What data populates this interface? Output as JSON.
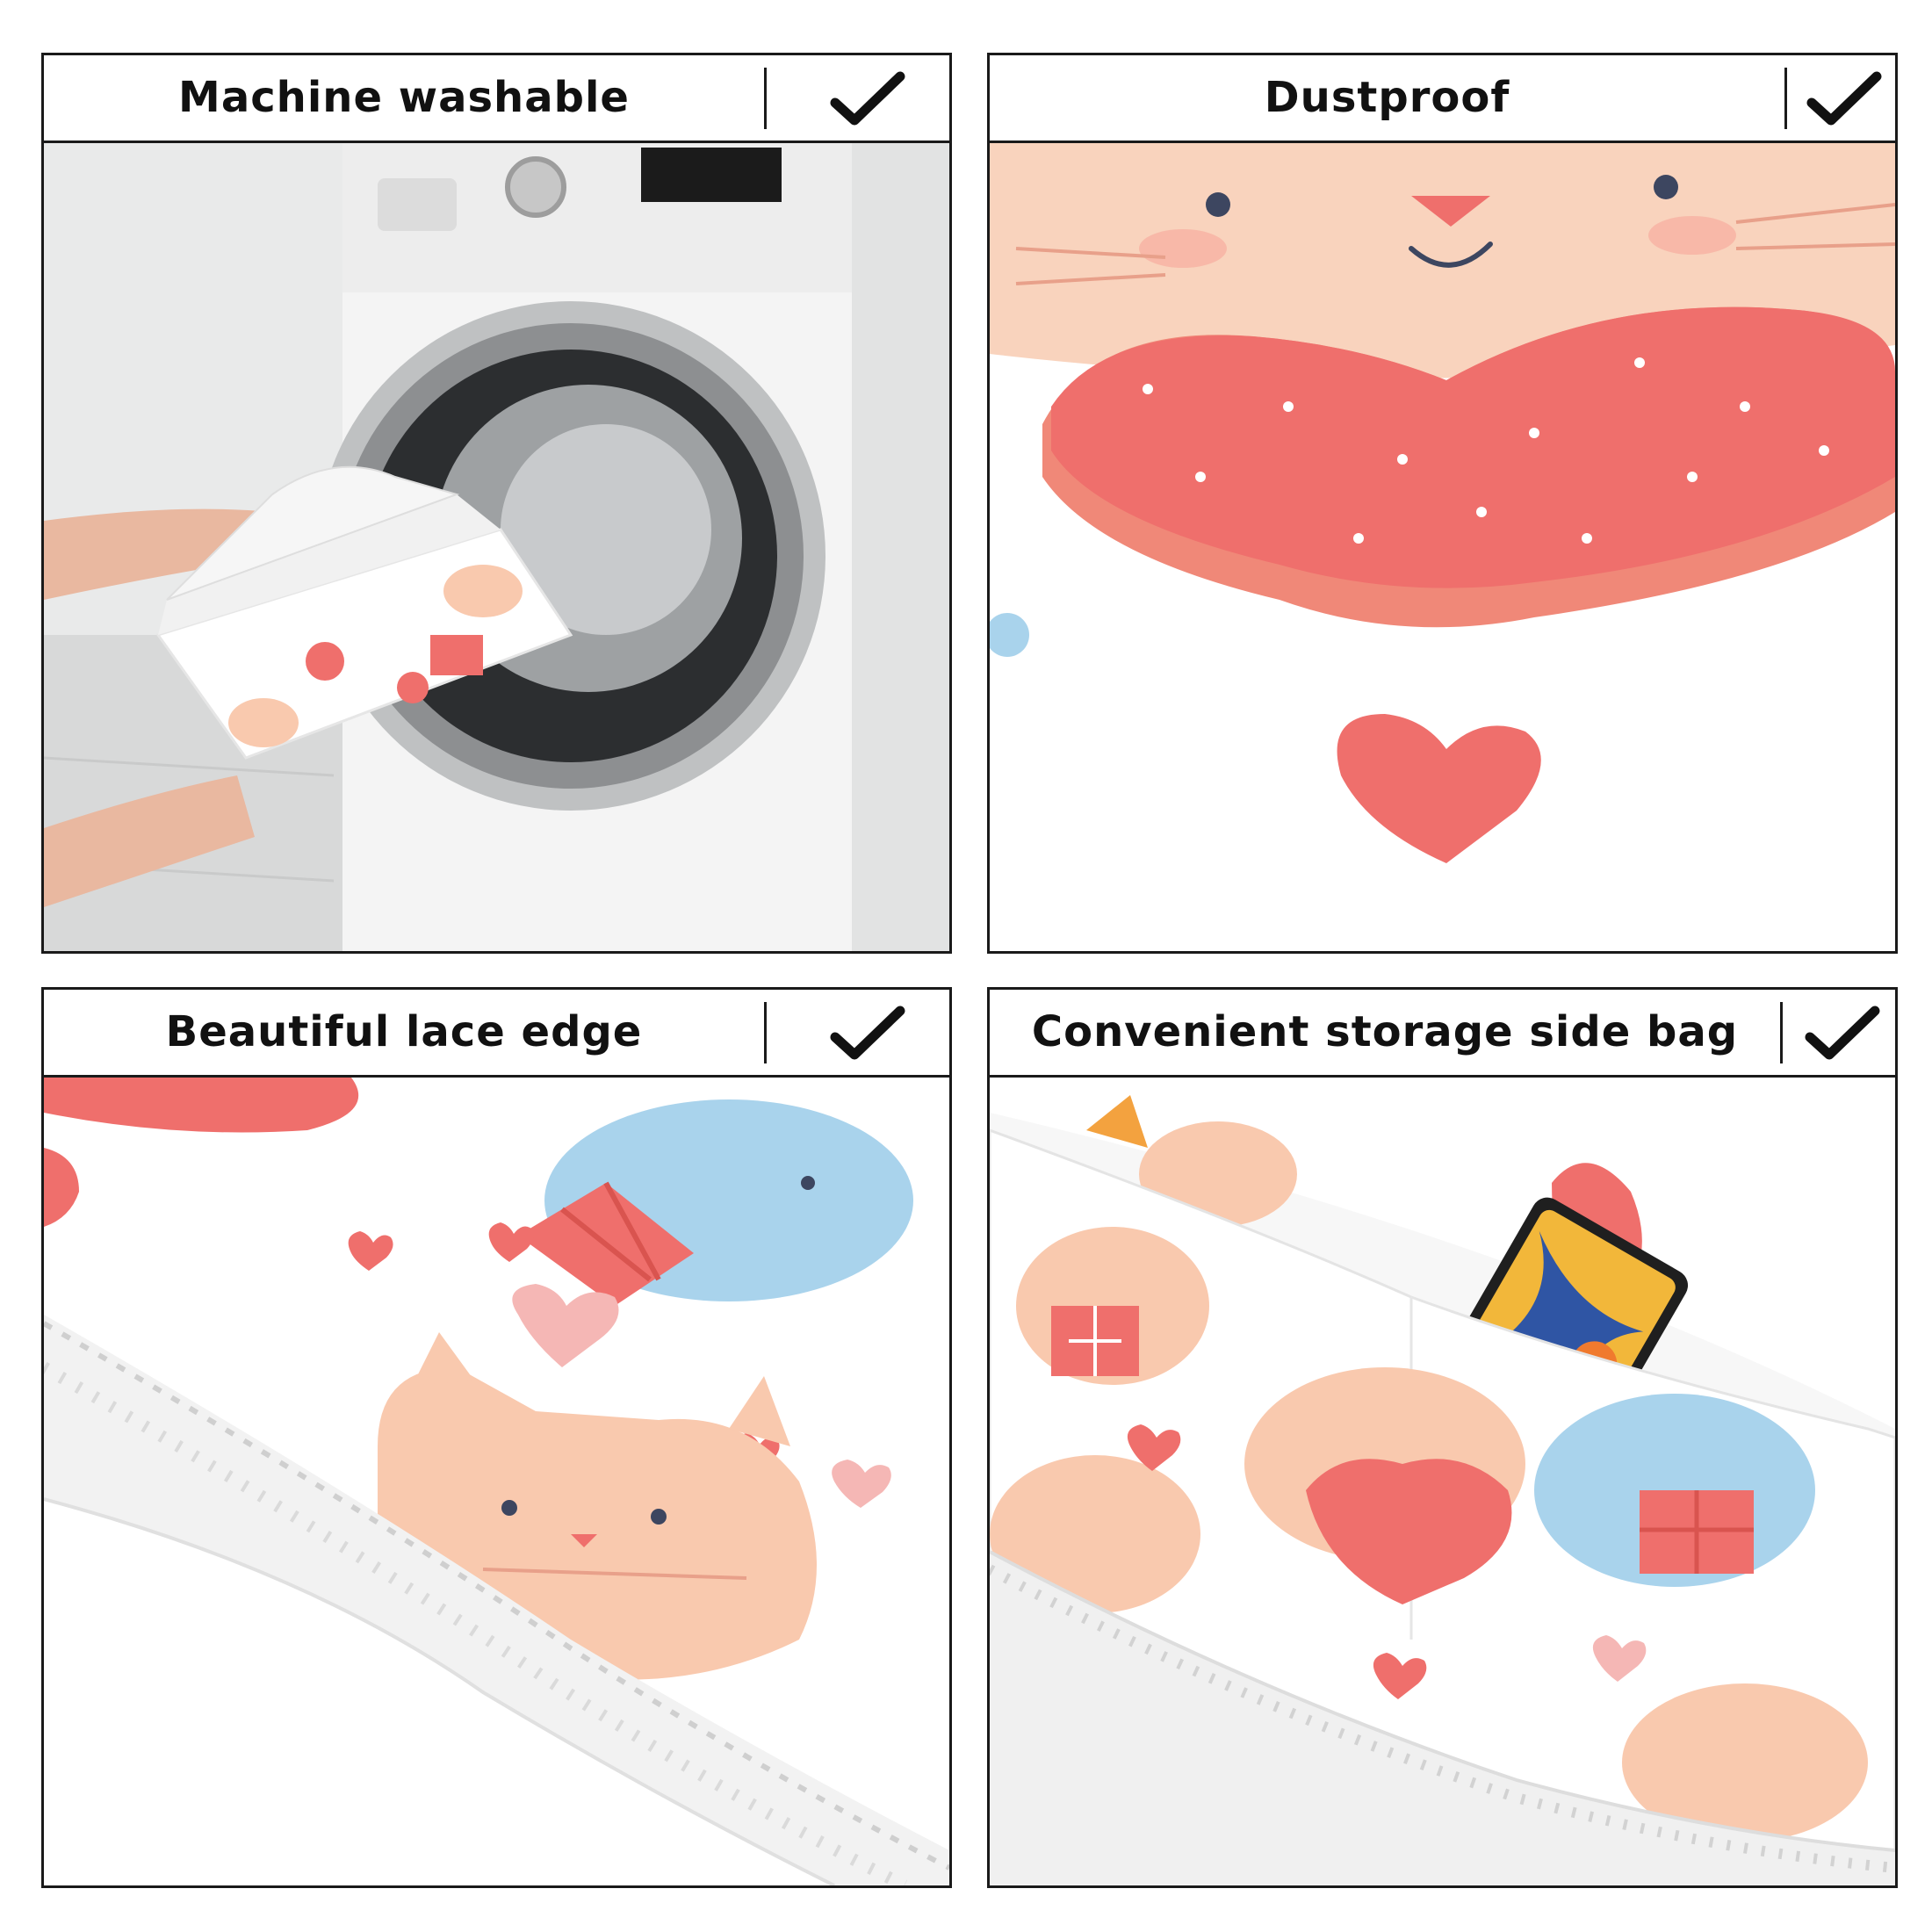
{
  "panels": [
    {
      "title": "Machine washable",
      "check": "check-icon",
      "scene": "washing-machine-photo"
    },
    {
      "title": "Dustproof",
      "check": "check-icon",
      "scene": "fabric-closeup-cat-heart"
    },
    {
      "title": "Beautiful lace edge",
      "check": "check-icon",
      "scene": "lace-edge-closeup"
    },
    {
      "title": "Convenient storage side bag",
      "check": "check-icon",
      "scene": "side-pocket-closeup"
    }
  ],
  "colors": {
    "border": "#1a1a1a",
    "heart": "#ef6f6c",
    "cat_peach": "#f9c9ae",
    "cat_blue": "#a9d3ec",
    "gift_red": "#ef6f6c",
    "lace": "#f4f4f4"
  }
}
